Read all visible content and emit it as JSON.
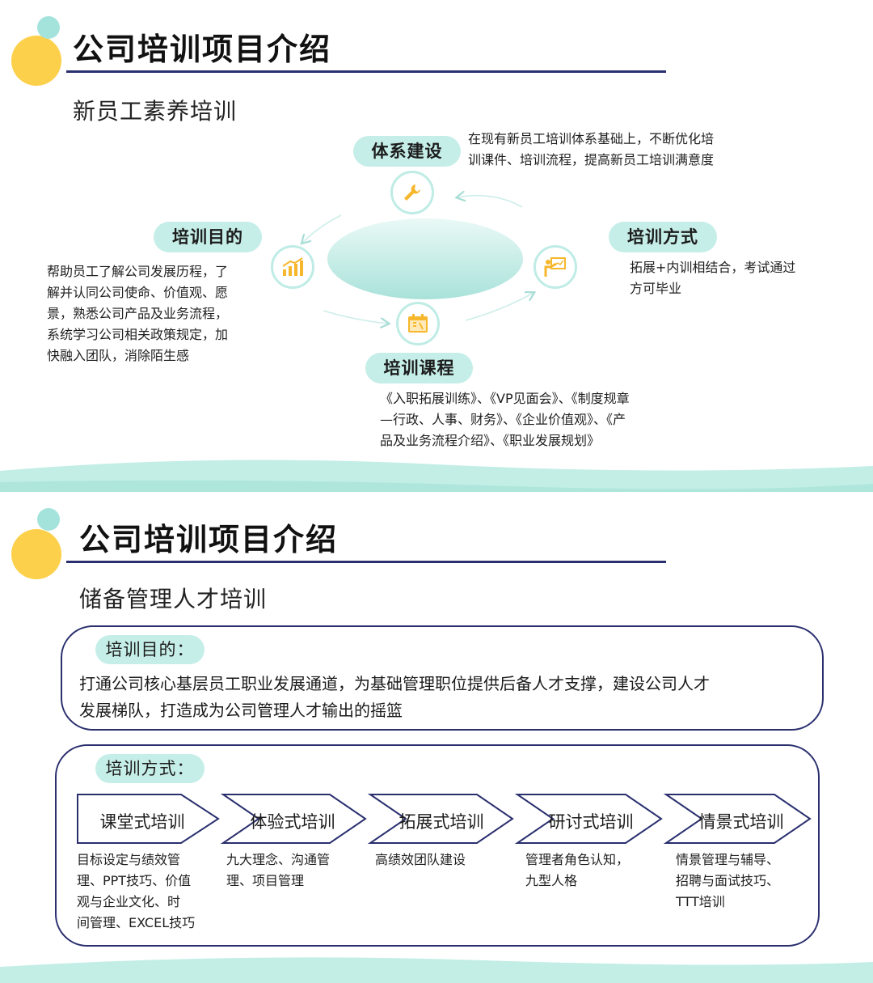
{
  "colors": {
    "accent_navy": "#2a2f6e",
    "pill_teal": "#c6eee8",
    "deco_yellow": "#fcd04a",
    "deco_teal": "#a4e3dc",
    "wave": "#c2eee5"
  },
  "section1": {
    "title": "公司培训项目介绍",
    "subtitle": "新员工素养培训",
    "items": {
      "system": {
        "label": "体系建设",
        "icon": "wrench-icon",
        "desc_lines": [
          "在现有新员工培训体系基础上，不断优化培",
          "训课件、培训流程，提高新员工培训满意度"
        ]
      },
      "purpose": {
        "label": "培训目的",
        "icon": "chart-icon",
        "desc_lines": [
          "帮助员工了解公司发展历程，了",
          "解并认同公司使命、价值观、愿",
          "景，熟悉公司产品及业务流程，",
          "系统学习公司相关政策规定，加",
          "快融入团队，消除陌生感"
        ]
      },
      "method": {
        "label": "培训方式",
        "icon": "presentation-icon",
        "desc_lines": [
          "拓展+内训相结合，考试通过",
          "方可毕业"
        ]
      },
      "courses": {
        "label": "培训课程",
        "icon": "calendar-icon",
        "desc_lines": [
          "《入职拓展训练》、《VP见面会》、《制度规章",
          "—行政、人事、财务》、《企业价值观》、《产",
          "品及业务流程介绍》、《职业发展规划》"
        ]
      }
    }
  },
  "section2": {
    "title": "公司培训项目介绍",
    "subtitle": "储备管理人才培训",
    "purpose": {
      "label": "培训目的：",
      "lines": [
        "打通公司核心基层员工职业发展通道，为基础管理职位提供后备人才支撑，建设公司人才",
        "发展梯队，打造成为公司管理人才输出的摇篮"
      ]
    },
    "methods": {
      "label": "培训方式：",
      "steps": [
        {
          "name": "课堂式培训",
          "desc_lines": [
            "目标设定与绩效管",
            "理、PPT技巧、价值",
            "观与企业文化、时",
            "间管理、EXCEL技巧"
          ]
        },
        {
          "name": "体验式培训",
          "desc_lines": [
            "九大理念、沟通管",
            "理、项目管理"
          ]
        },
        {
          "name": "拓展式培训",
          "desc_lines": [
            "高绩效团队建设"
          ]
        },
        {
          "name": "研讨式培训",
          "desc_lines": [
            "管理者角色认知，",
            "九型人格"
          ]
        },
        {
          "name": "情景式培训",
          "desc_lines": [
            "情景管理与辅导、",
            "招聘与面试技巧、",
            "TTT培训"
          ]
        }
      ]
    }
  }
}
